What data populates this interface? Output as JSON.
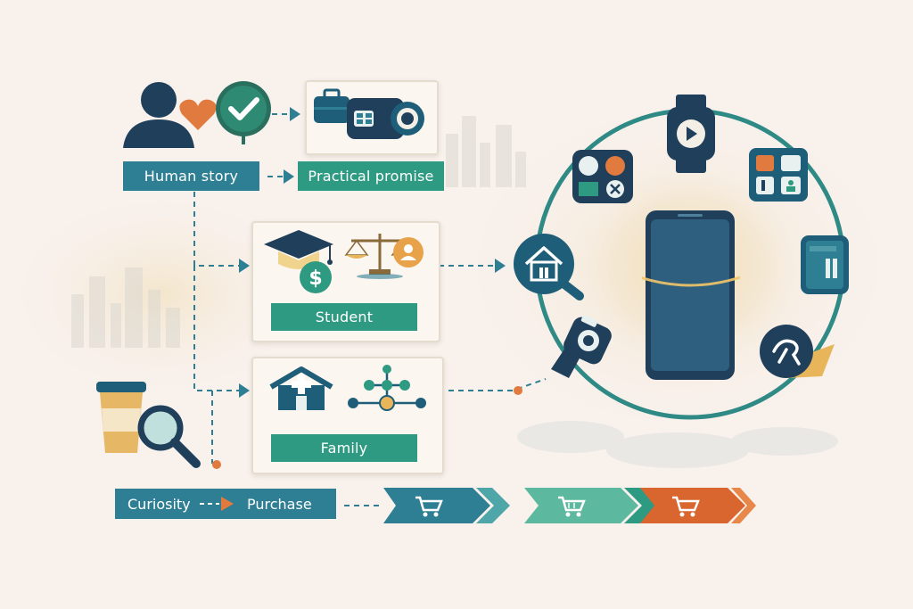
{
  "labels": {
    "human_story": "Human story",
    "practical_promise": "Practical promise",
    "student": "Student",
    "family": "Family",
    "curiosity": "Curiosity",
    "purchase": "Purchase"
  },
  "colors": {
    "teal": "#2f7f94",
    "green": "#2f9a82",
    "navy": "#1f3f5b",
    "orange": "#e07a3f",
    "gold": "#e8b55a"
  },
  "icons": [
    "person-icon",
    "heart-icon",
    "checkmark-icon",
    "briefcase-icon",
    "projector-icon",
    "graduation-cap-icon",
    "dollar-icon",
    "scales-icon",
    "user-badge-icon",
    "hospital-icon",
    "network-icon",
    "coffee-cup-icon",
    "magnifier-icon",
    "smartphone-icon",
    "smartwatch-icon",
    "app-grid-icon",
    "home-icon",
    "tablet-icon",
    "handheld-scanner-icon",
    "cart-icon"
  ]
}
